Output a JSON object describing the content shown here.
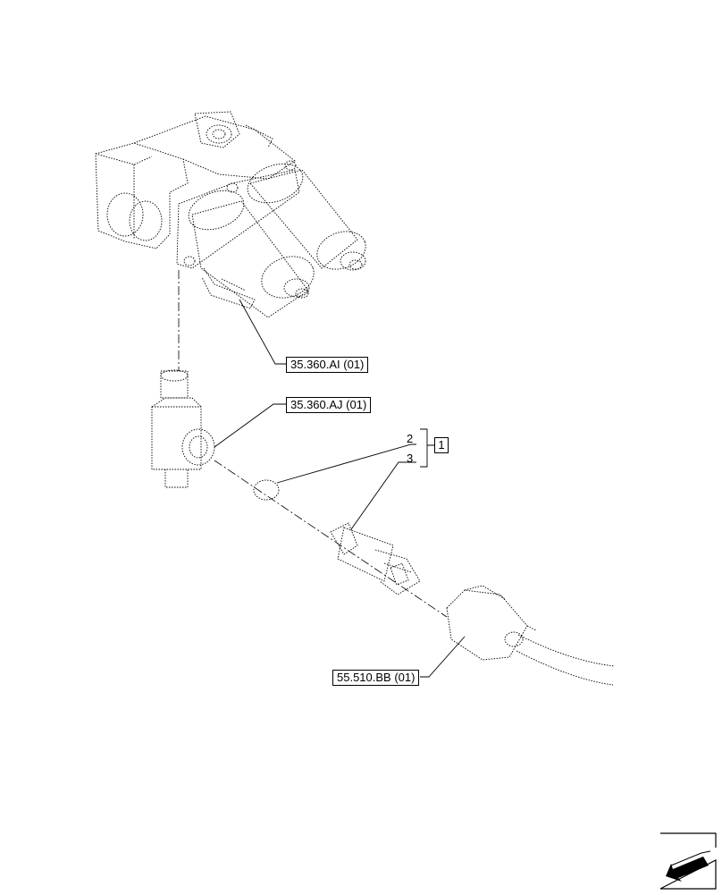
{
  "references": {
    "valve_ref": "35.360.AI (01)",
    "fitting_ref": "35.360.AJ (01)",
    "connector_ref": "55.510.BB (01)"
  },
  "callouts": {
    "oring_num": "2",
    "sensor_num": "3",
    "group_item": "1"
  },
  "navigation": {
    "icon": "previous-page-arrow-icon"
  }
}
